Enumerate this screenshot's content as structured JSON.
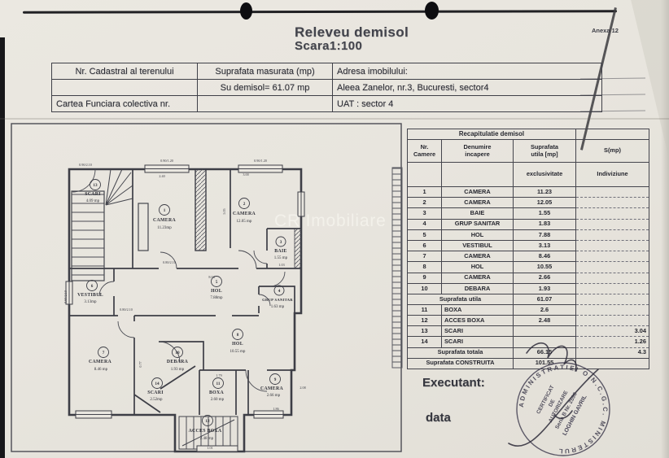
{
  "page": {
    "title_line1": "Releveu demisol",
    "title_line2": "Scara1:100",
    "annex": "Anexa 12",
    "executant_label": "Executant:",
    "date_label": "data",
    "watermark": "CR Imobiliare"
  },
  "info": {
    "rows": [
      [
        "Nr. Cadastral al terenului",
        "Suprafata masurata (mp)",
        "Adresa imobilului:"
      ],
      [
        "",
        "Su demisol= 61.07 mp",
        "Aleea Zanelor,  nr.3,  Bucuresti,  sector4"
      ],
      [
        "Cartea Funciara colectiva nr.",
        "",
        "UAT : sector 4"
      ]
    ]
  },
  "recap": {
    "title": "Recapitulatie demisol",
    "headers": [
      "Nr.\nCamere",
      "Denumire\nincapere",
      "Suprafata\nutila [mp]",
      "S(mp)"
    ],
    "sub": [
      "",
      "",
      "exclusivitate",
      "Indiviziune"
    ],
    "rows": [
      {
        "nr": "1",
        "name": "CAMERA",
        "excl": "11.23",
        "indiv": ""
      },
      {
        "nr": "2",
        "name": "CAMERA",
        "excl": "12.05",
        "indiv": ""
      },
      {
        "nr": "3",
        "name": "BAIE",
        "excl": "1.55",
        "indiv": ""
      },
      {
        "nr": "4",
        "name": "GRUP SANITAR",
        "excl": "1.83",
        "indiv": ""
      },
      {
        "nr": "5",
        "name": "HOL",
        "excl": "7.88",
        "indiv": ""
      },
      {
        "nr": "6",
        "name": "VESTIBUL",
        "excl": "3.13",
        "indiv": ""
      },
      {
        "nr": "7",
        "name": "CAMERA",
        "excl": "8.46",
        "indiv": ""
      },
      {
        "nr": "8",
        "name": "HOL",
        "excl": "10.55",
        "indiv": ""
      },
      {
        "nr": "9",
        "name": "CAMERA",
        "excl": "2.66",
        "indiv": ""
      },
      {
        "nr": "10",
        "name": "DEBARA",
        "excl": "1.93",
        "indiv": ""
      }
    ],
    "utila": {
      "label": "Suprafata utila",
      "excl": "61.07"
    },
    "rows2": [
      {
        "nr": "11",
        "name": "BOXA",
        "excl": "2.6",
        "indiv": ""
      },
      {
        "nr": "12",
        "name": "ACCES BOXA",
        "excl": "2.48",
        "indiv": ""
      },
      {
        "nr": "13",
        "name": "SCARI",
        "excl": "",
        "indiv": "3.04"
      },
      {
        "nr": "14",
        "name": "SCARI",
        "excl": "",
        "indiv": "1.26"
      }
    ],
    "totala": {
      "label": "Suprafata totala",
      "excl": "66.15",
      "indiv": "4.3"
    },
    "construita": {
      "label": "Suprafata CONSTRUITA",
      "excl": "101.55"
    }
  },
  "plan": {
    "rooms": [
      {
        "num": "13",
        "name": "SCARI",
        "area": "4.09 mp"
      },
      {
        "num": "1",
        "name": "CAMERA",
        "area": "11.23mp"
      },
      {
        "num": "2",
        "name": "CAMERA",
        "area": "12.05 mp"
      },
      {
        "num": "3",
        "name": "BAIE",
        "area": "1.55 mp"
      },
      {
        "num": "5",
        "name": "HOL",
        "area": "7.88mp"
      },
      {
        "num": "4",
        "name": "GRUP SANITAR",
        "area": "1.63 mp"
      },
      {
        "num": "6",
        "name": "VESTIBUL",
        "area": "3.13mp"
      },
      {
        "num": "7",
        "name": "CAMERA",
        "area": "8.46 mp"
      },
      {
        "num": "10",
        "name": "DEBARA",
        "area": "1.93 mp"
      },
      {
        "num": "8",
        "name": "HOL",
        "area": "10.55 mp"
      },
      {
        "num": "14",
        "name": "SCARI",
        "area": "2.52mp"
      },
      {
        "num": "11",
        "name": "BOXA",
        "area": "2.60 mp"
      },
      {
        "num": "9",
        "name": "CAMERA",
        "area": "2.66 mp"
      },
      {
        "num": "12",
        "name": "ACCES BOXA",
        "area": "2.48 mp"
      }
    ],
    "dims": [
      "0.90/2.10",
      "0.90/1.20",
      "0.90/1.20",
      "2.40",
      "3.00",
      "5.05",
      "8.04",
      "0.80/2.10",
      "0.80/2.10",
      "0.60/2.10",
      "1.03",
      "1.79",
      "0.77",
      "1.86",
      "1.01",
      "2.08"
    ]
  },
  "stamp": {
    "ring": "ADMINISTRATIEI        O.N.C.G.C.       MINISTERUL",
    "line1": "CERTIFICAT",
    "line2": "DE",
    "line3": "AUTORIZARE",
    "line4": "Seria B Nr. 2598",
    "line5": "LOGHIN GAVRIL"
  }
}
